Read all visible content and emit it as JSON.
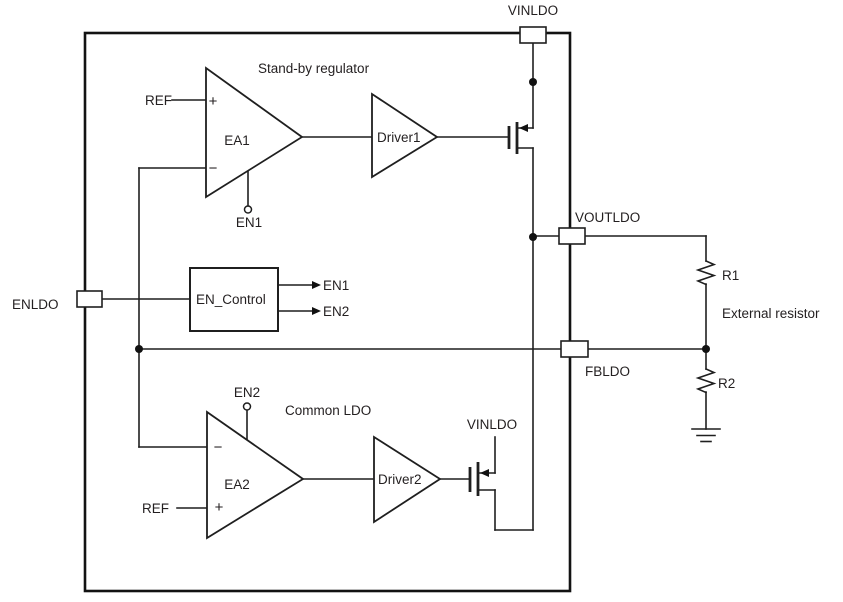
{
  "labels": {
    "pin_vinldo_top": "VINLDO",
    "pin_voutldo": "VOUTLDO",
    "pin_fbldo": "FBLDO",
    "pin_enldo": "ENLDO",
    "section_standby": "Stand-by regulator",
    "section_common": "Common LDO",
    "ea1": "EA1",
    "ea2": "EA2",
    "driver1": "Driver1",
    "driver2": "Driver2",
    "en_control": "EN_Control",
    "ref_top": "REF",
    "ref_bottom": "REF",
    "plus_ea1": "+",
    "minus_ea1": "−",
    "minus_ea2": "−",
    "plus_ea2": "+",
    "en1_stub": "EN1",
    "en2_stub": "EN2",
    "en1_out": "EN1",
    "en2_out": "EN2",
    "vinldo_internal": "VINLDO",
    "r1": "R1",
    "r2": "R2",
    "external_resistor": "External resistor"
  },
  "colors": {
    "line": "#1f1f1f",
    "text": "#231f20",
    "background": "#ffffff"
  }
}
